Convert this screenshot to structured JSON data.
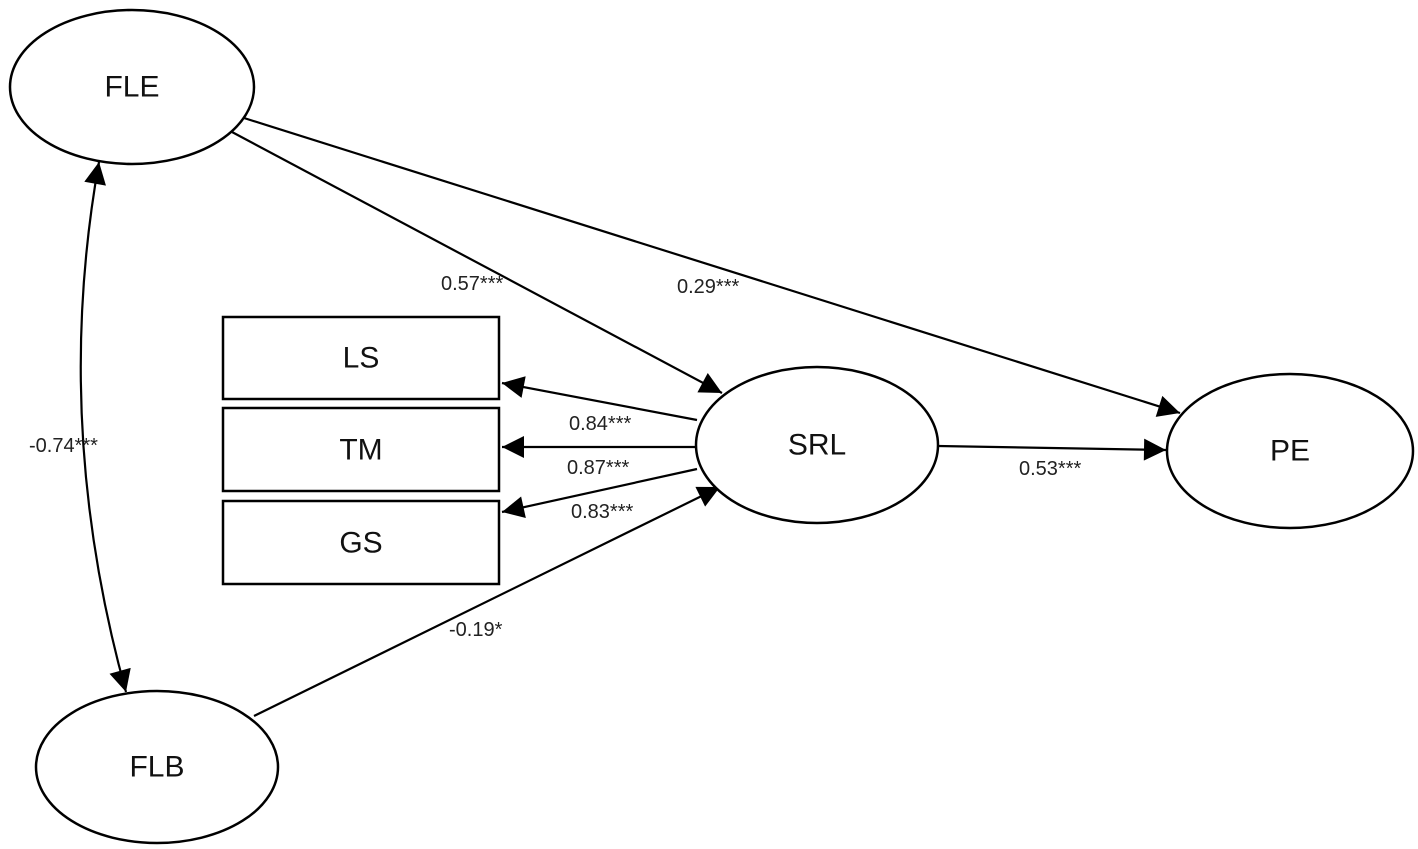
{
  "nodes": {
    "fle": {
      "label": "FLE"
    },
    "flb": {
      "label": "FLB"
    },
    "srl": {
      "label": "SRL"
    },
    "pe": {
      "label": "PE"
    },
    "ls": {
      "label": "LS"
    },
    "tm": {
      "label": "TM"
    },
    "gs": {
      "label": "GS"
    }
  },
  "edges": {
    "fle_srl": {
      "label": "0.57***"
    },
    "fle_pe": {
      "label": "0.29***"
    },
    "fle_flb": {
      "label": "-0.74***"
    },
    "srl_ls": {
      "label": "0.84***"
    },
    "srl_tm": {
      "label": "0.87***"
    },
    "srl_gs": {
      "label": "0.83***"
    },
    "flb_srl": {
      "label": "-0.19*"
    },
    "srl_pe": {
      "label": "0.53***"
    }
  }
}
